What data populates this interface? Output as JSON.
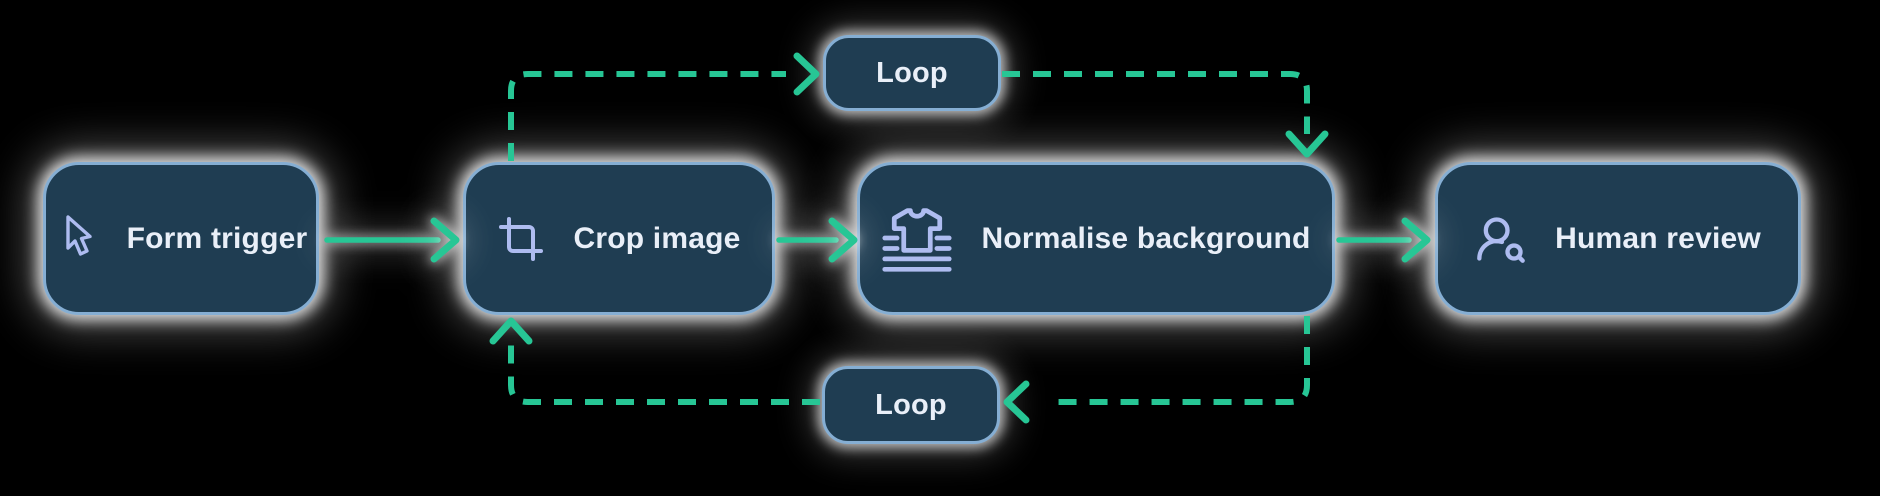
{
  "diagram": {
    "nodes": {
      "form_trigger": {
        "label": "Form trigger",
        "icon": "mouse-pointer-icon"
      },
      "crop_image": {
        "label": "Crop image",
        "icon": "crop-icon"
      },
      "normalise_background": {
        "label": "Normalise background",
        "icon": "shirt-layers-icon"
      },
      "human_review": {
        "label": "Human review",
        "icon": "user-search-icon"
      },
      "loop_top": {
        "label": "Loop"
      },
      "loop_bottom": {
        "label": "Loop"
      }
    },
    "edges": [
      {
        "from": "form_trigger",
        "to": "crop_image",
        "style": "solid"
      },
      {
        "from": "crop_image",
        "to": "normalise_background",
        "style": "solid"
      },
      {
        "from": "normalise_background",
        "to": "human_review",
        "style": "solid"
      },
      {
        "from": "crop_image",
        "to": "loop_top",
        "style": "dashed"
      },
      {
        "from": "loop_top",
        "to": "normalise_background",
        "style": "dashed"
      },
      {
        "from": "normalise_background",
        "to": "loop_bottom",
        "style": "dashed"
      },
      {
        "from": "loop_bottom",
        "to": "crop_image",
        "style": "dashed"
      }
    ],
    "colors": {
      "background": "#000000",
      "node_fill": "#1f3d52",
      "node_border": "#85aed3",
      "label_text": "#e9eff8",
      "icon": "#aebcf0",
      "arrow_green": "#27c695",
      "glow": "#ffffff"
    }
  }
}
